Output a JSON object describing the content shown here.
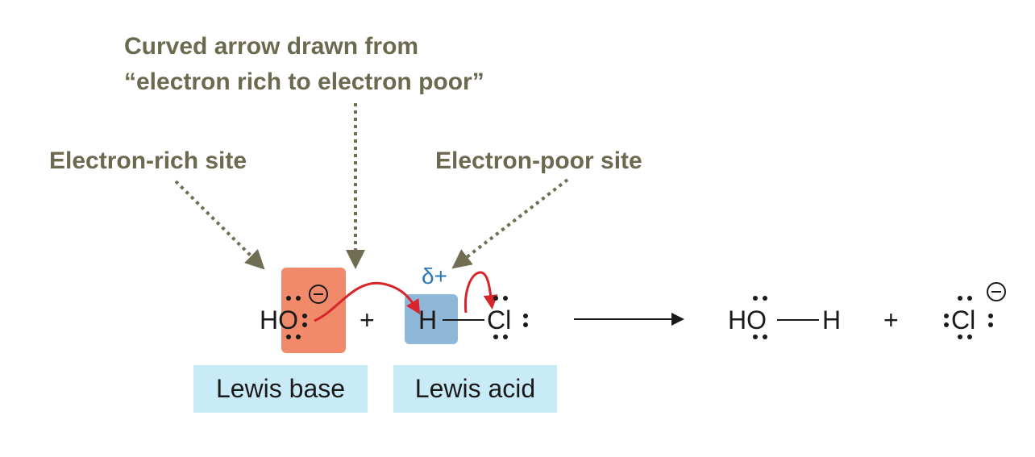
{
  "callouts": {
    "curved_arrow_line1": "Curved arrow drawn from",
    "curved_arrow_line2": "“electron rich to electron poor”",
    "electron_rich": "Electron-rich site",
    "electron_poor": "Electron-poor site"
  },
  "reactants": {
    "hydroxide": "HO",
    "plus": "+",
    "hydrogen": "H",
    "chlorine": "Cl",
    "partial_charge": "δ+"
  },
  "products": {
    "water_o": "HO",
    "water_h": "H",
    "plus": "+",
    "chloride": "Cl"
  },
  "labels": {
    "lewis_base": "Lewis base",
    "lewis_acid": "Lewis acid"
  },
  "colors": {
    "callout_text": "#6b6a50",
    "dotted_arrow": "#6f6d52",
    "curved_arrow": "#d8242b",
    "base_highlight": "#f08a6a",
    "acid_highlight": "#8fb8d8",
    "label_background": "#c9ebf8",
    "partial_charge": "#2a78b8"
  }
}
